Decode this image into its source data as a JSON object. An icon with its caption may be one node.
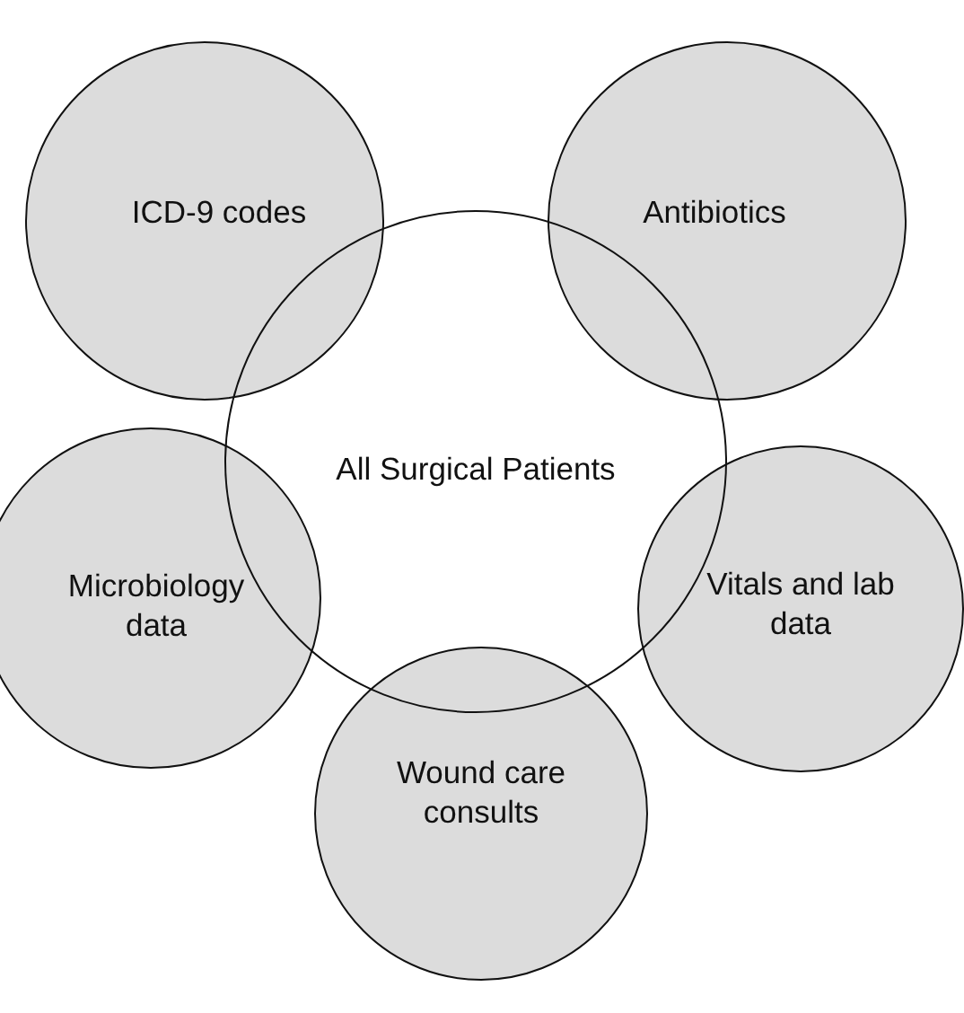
{
  "diagram": {
    "nodes": [
      {
        "text": [
          "ICD-9 codes"
        ]
      },
      {
        "text": [
          "Antibiotics"
        ]
      },
      {
        "text": [
          "All Surgical Patients"
        ]
      },
      {
        "text": [
          "Microbiology data"
        ]
      },
      {
        "text": [
          "Vitals and lab data"
        ]
      },
      {
        "text": [
          "Wound care consults"
        ]
      }
    ]
  }
}
